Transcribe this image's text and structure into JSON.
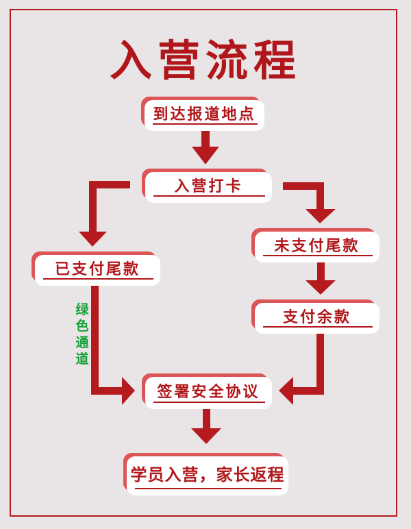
{
  "title": "入营流程",
  "nodes": {
    "arrive": "到达报道地点",
    "checkin": "入营打卡",
    "paid": "已支付尾款",
    "unpaid": "未支付尾款",
    "pay_balance": "支付余款",
    "sign": "签署安全协议",
    "final": "学员入营，家长返程"
  },
  "green_channel": [
    "绿",
    "色",
    "通",
    "道"
  ],
  "colors": {
    "primary": "#b0161a",
    "shadow": "#dc5557",
    "green": "#17a13a",
    "background": "#e9e5e6"
  }
}
